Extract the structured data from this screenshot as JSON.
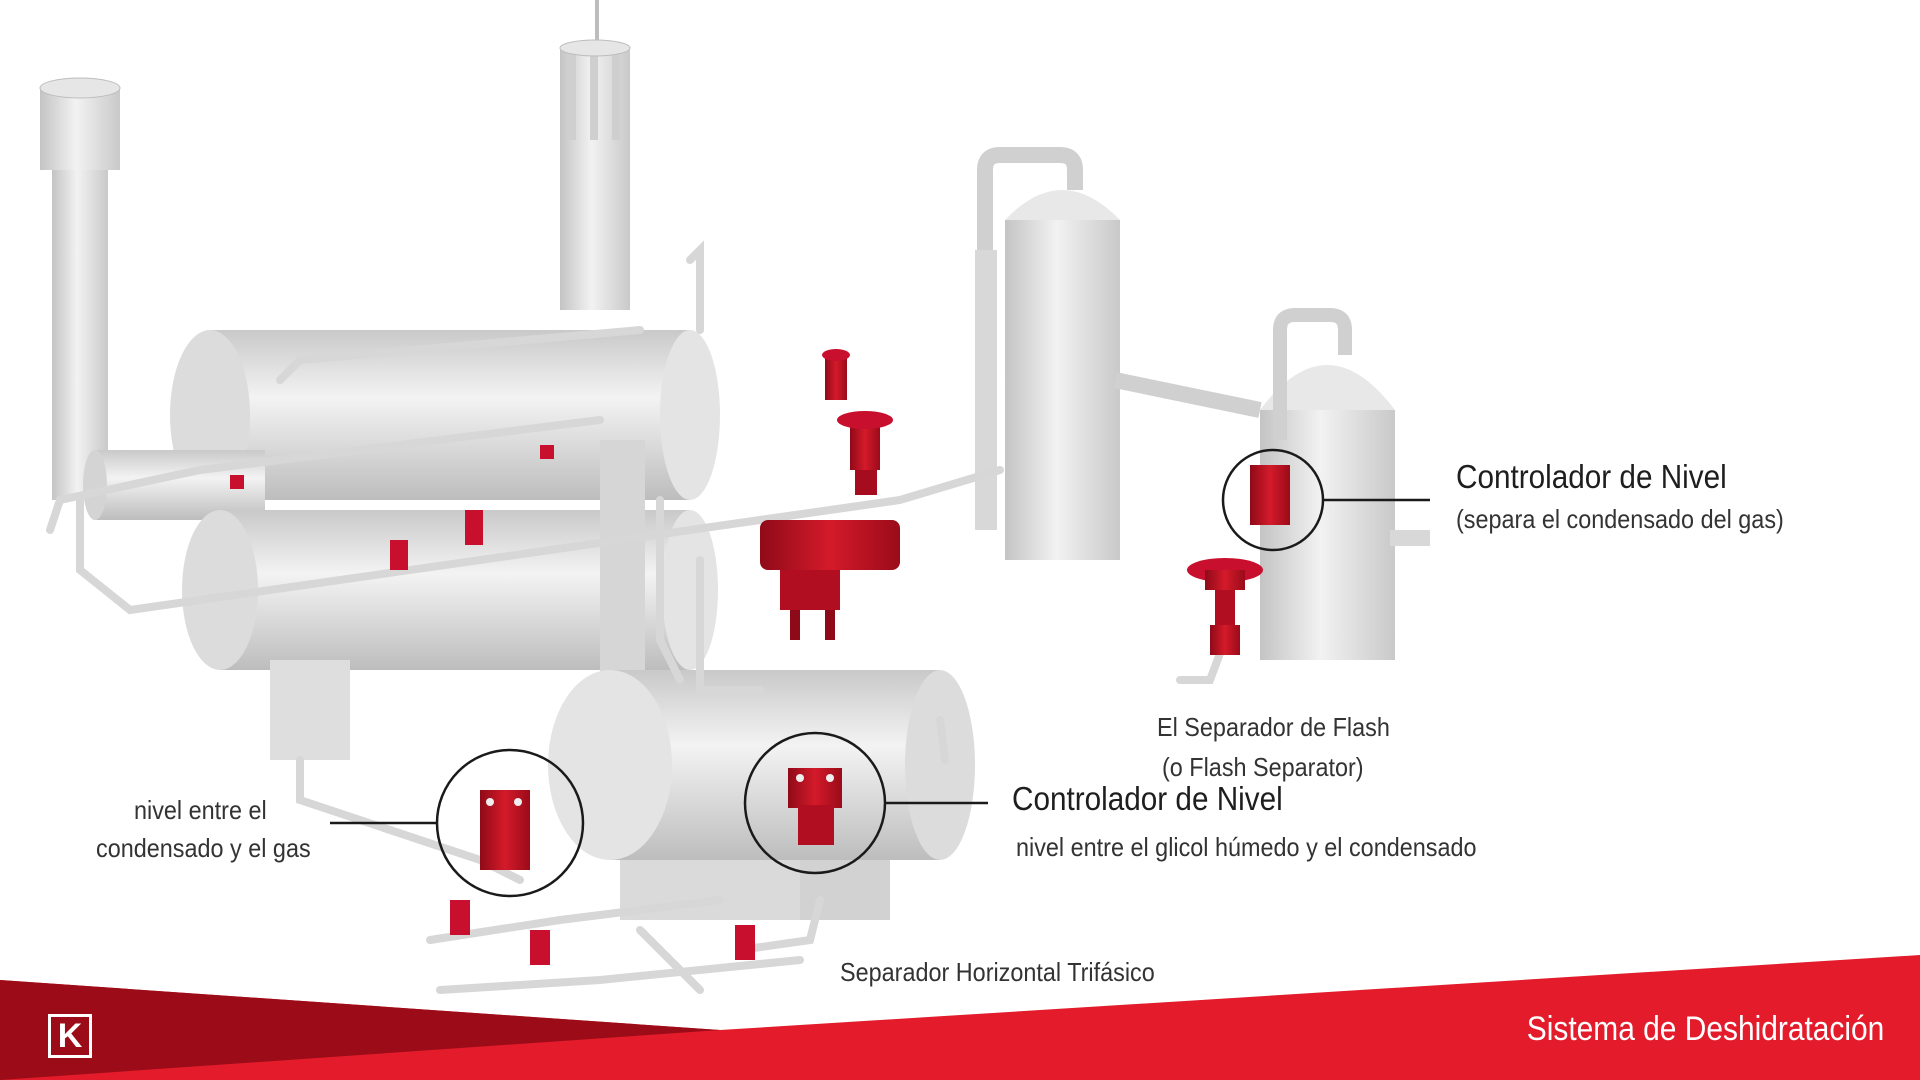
{
  "labels": {
    "level_controller_1_title": "Controlador de Nivel",
    "level_controller_1_desc": "(separa el condensado del gas)",
    "flash_separator_line1": "El Separador de Flash",
    "flash_separator_line2": "(o Flash Separator)",
    "level_controller_2_title": "Controlador de Nivel",
    "level_controller_2_desc": "nivel entre el glicol húmedo y el condensado",
    "left_note_line1": "nivel entre el",
    "left_note_line2": "condensado y el gas",
    "horizontal_separator": "Separador Horizontal Trifásico"
  },
  "footer": {
    "title": "Sistema de Deshidratación",
    "logo_letter": "K"
  },
  "colors": {
    "equipment_gray": "#d9d9d9",
    "valve_red": "#c8102e",
    "banner_red": "#e31b2b",
    "banner_dark_red": "#9b0c18"
  }
}
